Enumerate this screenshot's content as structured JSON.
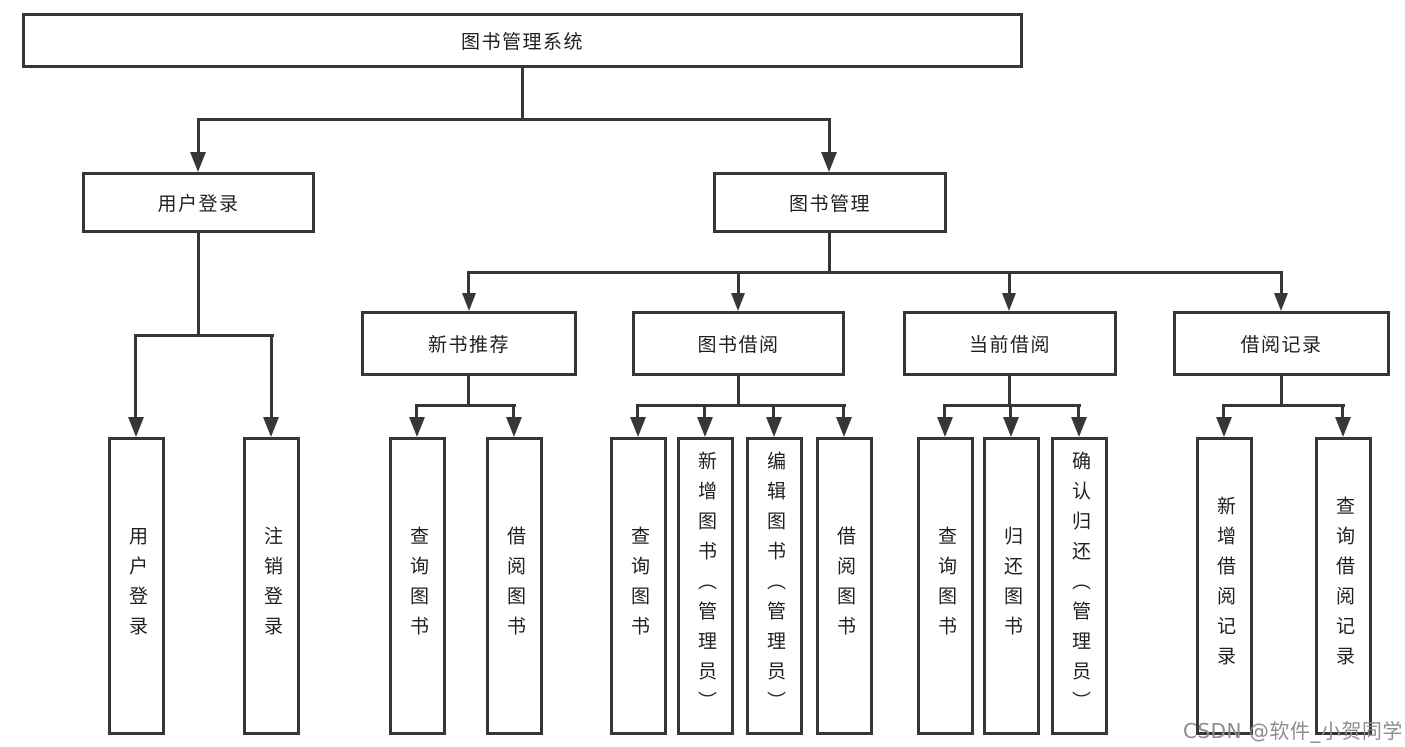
{
  "diagram": {
    "title": "图书管理系统",
    "level2": {
      "user_login": "用户登录",
      "book_mgmt": "图书管理"
    },
    "level3": {
      "new_books": "新书推荐",
      "book_borrow": "图书借阅",
      "current_borrow": "当前借阅",
      "borrow_records": "借阅记录"
    },
    "leaves": {
      "user_login": "用户登录",
      "logout": "注销登录",
      "nb_query": "查询图书",
      "nb_borrow": "借阅图书",
      "bb_query": "查询图书",
      "bb_add": "新增图书（管理员）",
      "bb_edit": "编辑图书（管理员）",
      "bb_borrow": "借阅图书",
      "cb_query": "查询图书",
      "cb_return": "归还图书",
      "cb_confirm": "确认归还（管理员）",
      "br_add": "新增借阅记录",
      "br_query": "查询借阅记录"
    }
  },
  "watermark": "CSDN @软件_小贺同学",
  "colors": {
    "line": "#363636",
    "text": "#1f1f1f",
    "watermark": "#8d8d92",
    "background": "#ffffff"
  }
}
